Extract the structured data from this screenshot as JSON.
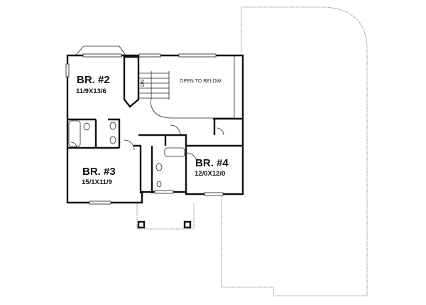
{
  "floor_plan": {
    "rooms": [
      {
        "name": "BR. #2",
        "dimensions": "11/9X13/6"
      },
      {
        "name": "BR. #3",
        "dimensions": "15/1X11/9"
      },
      {
        "name": "BR. #4",
        "dimensions": "12/0X12/0"
      }
    ],
    "open_area_label": "OPEN TO BELOW",
    "stair_label": "DN"
  }
}
